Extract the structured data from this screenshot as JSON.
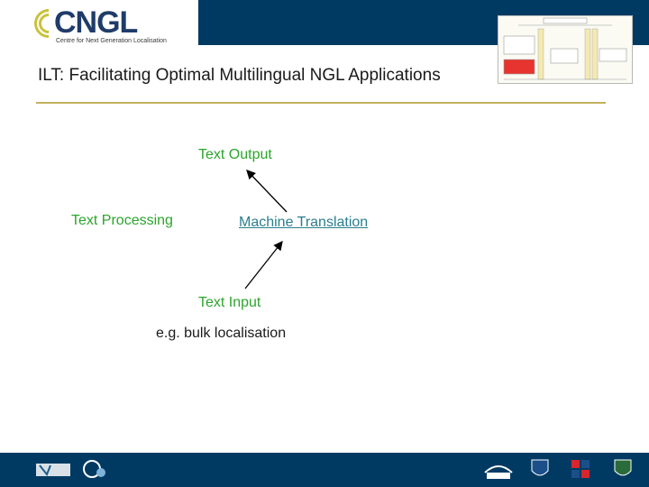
{
  "header": {
    "logo_text": "CNGL",
    "logo_tagline": "Centre for Next Generation Localisation",
    "title": "ILT: Facilitating Optimal Multilingual NGL Applications"
  },
  "diagram": {
    "nodes": {
      "text_output": "Text Output",
      "text_processing": "Text Processing",
      "machine_translation": "Machine Translation",
      "text_input": "Text Input",
      "example": "e.g. bulk localisation"
    }
  },
  "colors": {
    "header_bar": "#003a63",
    "accent_rule": "#c2b15d",
    "node_green": "#2ba52b",
    "node_teal": "#2a7f8f"
  },
  "footer": {
    "logos": [
      "ndp-logo",
      "hea-logo",
      "dcu-logo",
      "ucd-logo",
      "tcd-logo",
      "ul-logo"
    ]
  }
}
